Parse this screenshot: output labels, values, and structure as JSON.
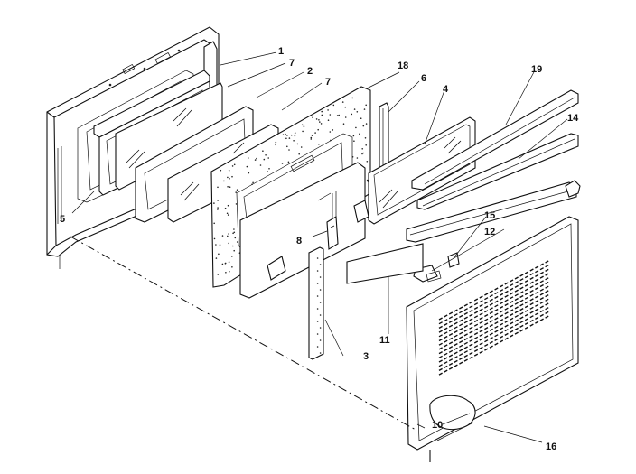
{
  "diagram": {
    "part_labels": {
      "door_frame": "1",
      "glass_retainer_upper": "7",
      "glass_panel_inner": "2",
      "glass_retainer_lower": "7",
      "insulation_panel": "18",
      "door_liner_clip": "6",
      "glass_panel_outer": "4",
      "handle_trim": "19",
      "trim_strip": "14",
      "door_side_left": "5",
      "hinge_bracket": "8",
      "side_trim_strip": "3",
      "trim_retainer": "15",
      "end_cap": "12",
      "bottom_strip": "11",
      "window_area_outer": "10",
      "outer_door_panel": "16"
    }
  }
}
